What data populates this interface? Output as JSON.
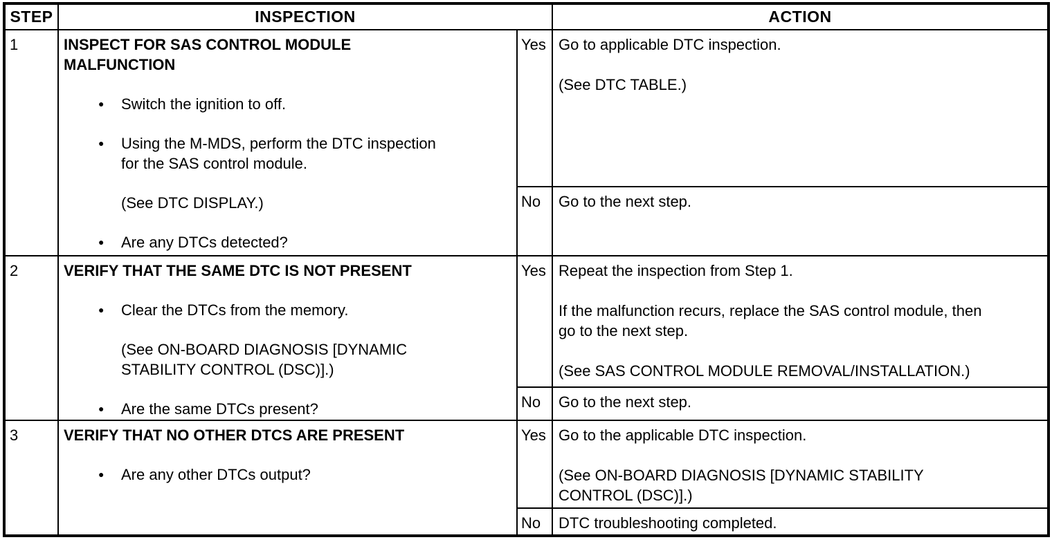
{
  "icons": {
    "bullet": "●"
  },
  "header": {
    "step": "STEP",
    "inspection": "INSPECTION",
    "action": "ACTION"
  },
  "steps": [
    {
      "step": "1",
      "title": "INSPECT FOR SAS CONTROL MODULE\nMALFUNCTION",
      "items": [
        {
          "type": "bullet",
          "text": "Switch the ignition to off."
        },
        {
          "type": "bullet",
          "text": "Using the M-MDS, perform the DTC inspection\nfor the SAS control module."
        },
        {
          "type": "note",
          "text": "(See DTC DISPLAY.)"
        },
        {
          "type": "bullet",
          "text": "Are any DTCs detected?"
        }
      ],
      "yes": {
        "label": "Yes",
        "lines": [
          "Go to applicable DTC inspection.",
          "(See DTC TABLE.)"
        ]
      },
      "no": {
        "label": "No",
        "lines": [
          "Go to the next step."
        ]
      }
    },
    {
      "step": "2",
      "title": "VERIFY THAT THE SAME DTC IS NOT PRESENT",
      "items": [
        {
          "type": "bullet",
          "text": "Clear the DTCs from the memory."
        },
        {
          "type": "note",
          "text": "(See ON-BOARD DIAGNOSIS [DYNAMIC\nSTABILITY CONTROL (DSC)].)"
        },
        {
          "type": "bullet",
          "text": "Are the same DTCs present?"
        }
      ],
      "yes": {
        "label": "Yes",
        "lines": [
          "Repeat the inspection from Step 1.",
          "If the malfunction recurs, replace the SAS control module, then\ngo to the next step.",
          "(See SAS CONTROL MODULE REMOVAL/INSTALLATION.)"
        ]
      },
      "no": {
        "label": "No",
        "lines": [
          "Go to the next step."
        ]
      }
    },
    {
      "step": "3",
      "title": "VERIFY THAT NO OTHER DTCS ARE PRESENT",
      "items": [
        {
          "type": "bullet",
          "text": "Are any other DTCs output?"
        }
      ],
      "yes": {
        "label": "Yes",
        "lines": [
          "Go to the applicable DTC inspection.",
          "(See ON-BOARD DIAGNOSIS [DYNAMIC STABILITY\nCONTROL (DSC)].)"
        ]
      },
      "no": {
        "label": "No",
        "lines": [
          "DTC troubleshooting completed."
        ]
      }
    }
  ]
}
